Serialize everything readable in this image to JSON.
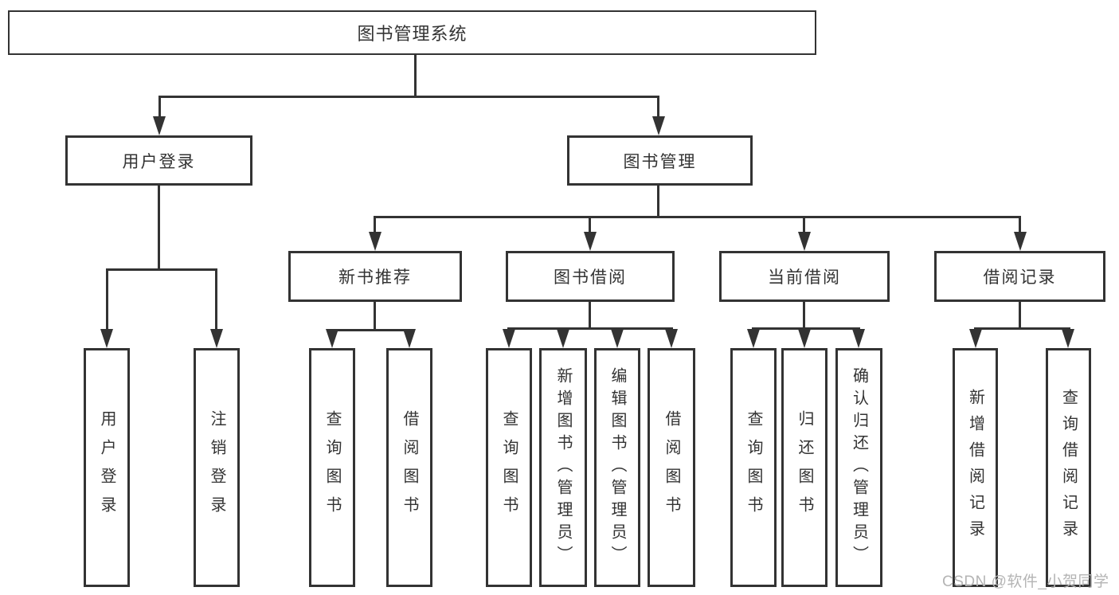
{
  "diagram": {
    "title": "图书管理系统",
    "watermark": "CSDN @软件_小贺同学",
    "colors": {
      "line": "#333333",
      "box_border": "#333333",
      "box_fill": "#ffffff",
      "text": "#333333",
      "watermark_text": "#b4b4b4",
      "background": "#ffffff"
    },
    "tree": {
      "label": "图书管理系统",
      "children": [
        {
          "label": "用户登录",
          "children": [
            {
              "label": "用户登录"
            },
            {
              "label": "注销登录"
            }
          ]
        },
        {
          "label": "图书管理",
          "children": [
            {
              "label": "新书推荐",
              "children": [
                {
                  "label": "查询图书"
                },
                {
                  "label": "借阅图书"
                }
              ]
            },
            {
              "label": "图书借阅",
              "children": [
                {
                  "label": "查询图书"
                },
                {
                  "label": "新增图书（管理员）"
                },
                {
                  "label": "编辑图书（管理员）"
                },
                {
                  "label": "借阅图书"
                }
              ]
            },
            {
              "label": "当前借阅",
              "children": [
                {
                  "label": "查询图书"
                },
                {
                  "label": "归还图书"
                },
                {
                  "label": "确认归还（管理员）"
                }
              ]
            },
            {
              "label": "借阅记录",
              "children": [
                {
                  "label": "新增借阅记录"
                },
                {
                  "label": "查询借阅记录"
                }
              ]
            }
          ]
        }
      ]
    }
  }
}
